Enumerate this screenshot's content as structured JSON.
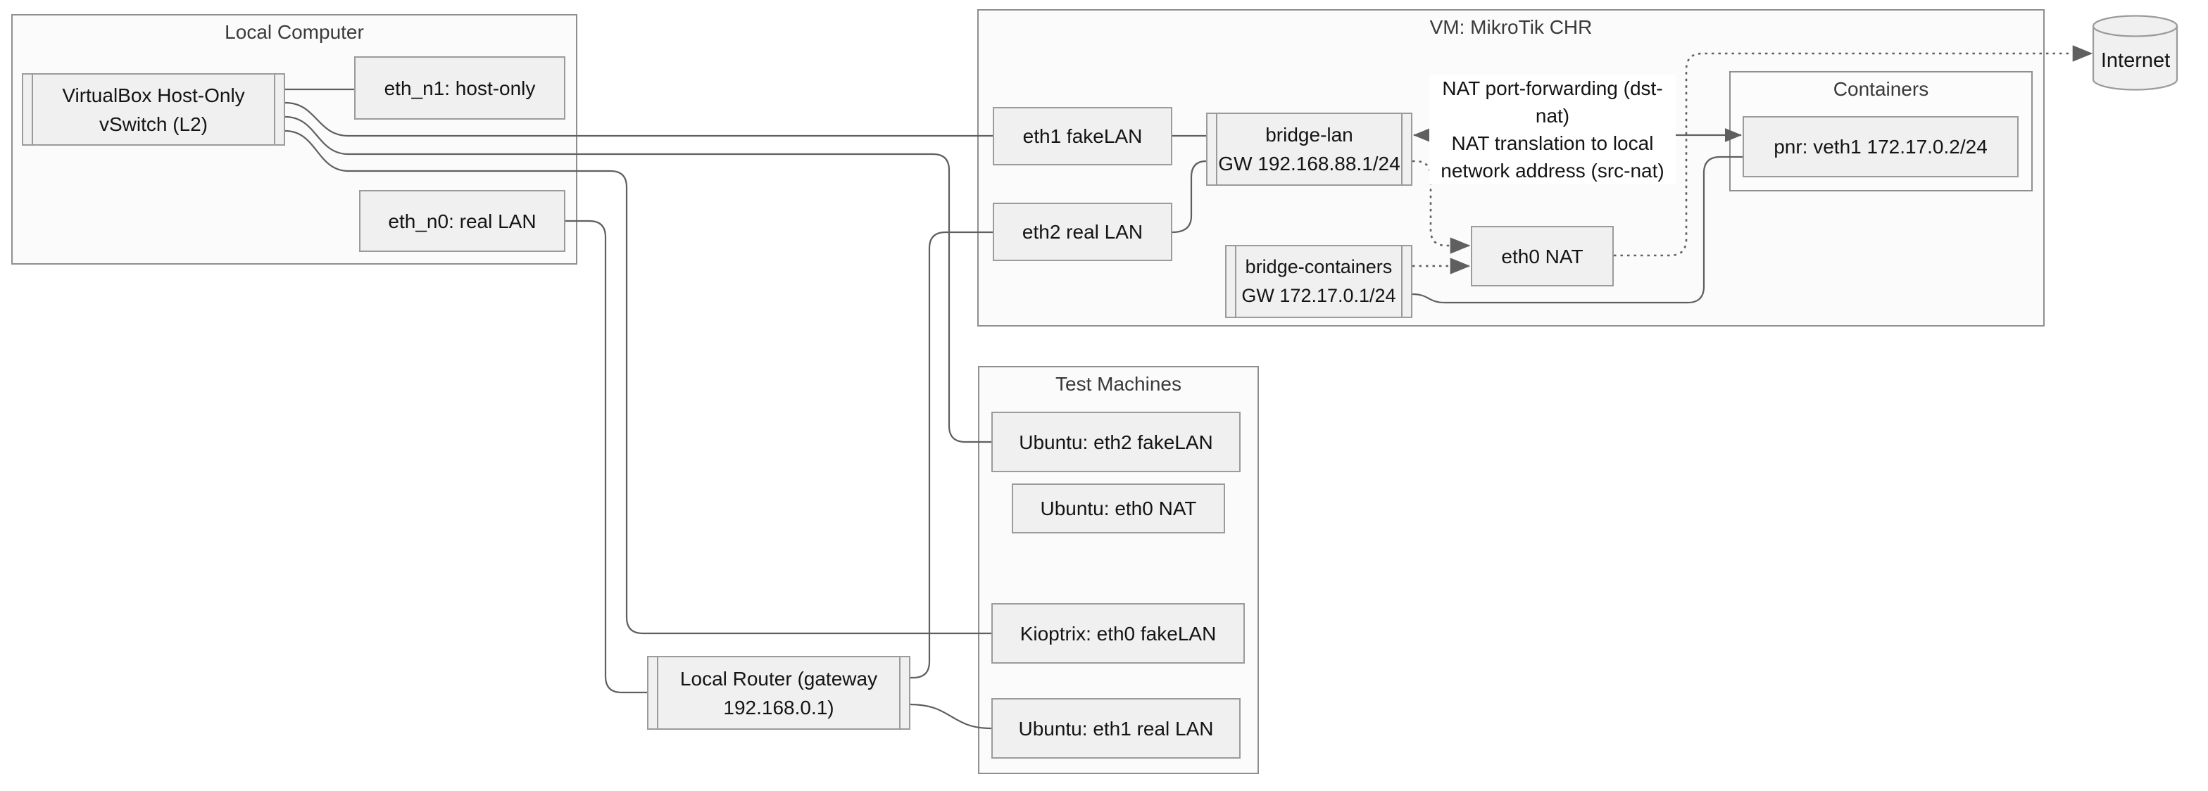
{
  "diagram": {
    "groups": {
      "local_computer": {
        "title": "Local Computer"
      },
      "vm": {
        "title": "VM: MikroTik CHR"
      },
      "test_machines": {
        "title": "Test Machines"
      },
      "containers": {
        "title": "Containers"
      }
    },
    "nodes": {
      "vswitch": {
        "label": "VirtualBox Host-Only\nvSwitch (L2)"
      },
      "eth_n1": {
        "label": "eth_n1: host-only"
      },
      "eth_n0": {
        "label": "eth_n0: real LAN"
      },
      "eth1_fakelan": {
        "label": "eth1 fakeLAN"
      },
      "eth2_reallan": {
        "label": "eth2 real LAN"
      },
      "bridge_lan": {
        "label": "bridge-lan\nGW 192.168.88.1/24"
      },
      "bridge_containers": {
        "label": "bridge-containers\nGW 172.17.0.1/24"
      },
      "eth0_nat": {
        "label": "eth0 NAT"
      },
      "pnr": {
        "label": "pnr: veth1 172.17.0.2/24"
      },
      "local_router": {
        "label": "Local Router (gateway\n192.168.0.1)"
      },
      "ubuntu_eth2": {
        "label": "Ubuntu: eth2 fakeLAN"
      },
      "ubuntu_eth0": {
        "label": "Ubuntu: eth0 NAT"
      },
      "kioptrix": {
        "label": "Kioptrix: eth0 fakeLAN"
      },
      "ubuntu_eth1": {
        "label": "Ubuntu: eth1 real LAN"
      },
      "internet": {
        "label": "Internet"
      }
    },
    "annotations": {
      "nat_note": "NAT port-forwarding (dst-\nnat)\nNAT translation to local\nnetwork address (src-nat)"
    },
    "edges": [
      {
        "from": "vswitch",
        "to": "eth_n1",
        "style": "solid",
        "arrows": "none"
      },
      {
        "from": "vswitch",
        "to": "eth1_fakelan",
        "style": "solid",
        "arrows": "none"
      },
      {
        "from": "vswitch",
        "to": "ubuntu_eth2",
        "style": "solid",
        "arrows": "none"
      },
      {
        "from": "vswitch",
        "to": "kioptrix",
        "style": "solid",
        "arrows": "none"
      },
      {
        "from": "eth_n0",
        "to": "local_router",
        "style": "solid",
        "arrows": "none"
      },
      {
        "from": "eth2_reallan",
        "to": "local_router",
        "style": "solid",
        "arrows": "none"
      },
      {
        "from": "local_router",
        "to": "ubuntu_eth1",
        "style": "solid",
        "arrows": "none"
      },
      {
        "from": "eth1_fakelan",
        "to": "bridge_lan",
        "style": "solid",
        "arrows": "none"
      },
      {
        "from": "eth2_reallan",
        "to": "bridge_lan",
        "style": "solid",
        "arrows": "none"
      },
      {
        "from": "bridge_lan",
        "to": "pnr",
        "style": "solid",
        "arrows": "both"
      },
      {
        "from": "bridge_lan",
        "to": "eth0_nat",
        "style": "dotted",
        "arrows": "end"
      },
      {
        "from": "bridge_containers",
        "to": "eth0_nat",
        "style": "dotted",
        "arrows": "end"
      },
      {
        "from": "bridge_containers",
        "to": "pnr",
        "style": "solid",
        "arrows": "none"
      },
      {
        "from": "eth0_nat",
        "to": "internet",
        "style": "dotted",
        "arrows": "end"
      }
    ],
    "colors": {
      "group_fill": "#fbfbfb",
      "group_border": "#8f8f8f",
      "node_fill": "#f0f0f0",
      "node_border": "#9b9b9b",
      "edge_stroke": "#5f5f5f",
      "text": "#141414",
      "background": "#ffffff"
    }
  }
}
